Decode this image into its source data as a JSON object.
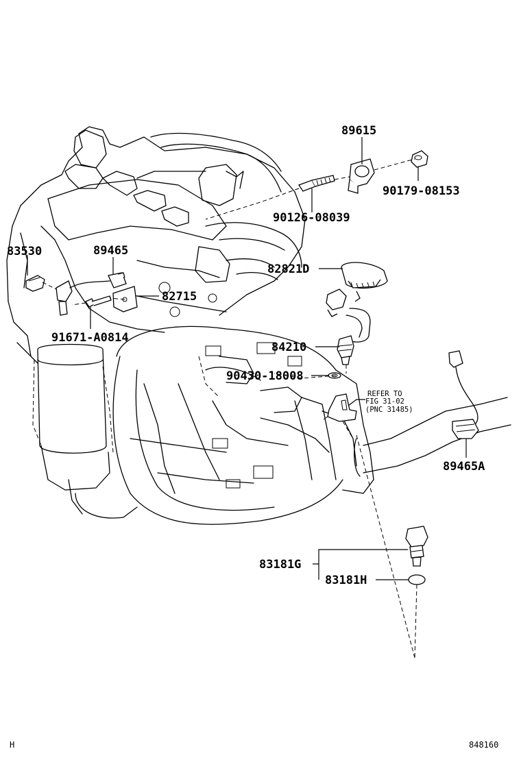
{
  "callouts": {
    "c89615": "89615",
    "c90179": "90179-08153",
    "c90126": "90126-08039",
    "c83530": "83530",
    "c89465": "89465",
    "c82821D": "82821D",
    "c82715": "82715",
    "c91671": "91671-A0814",
    "c84210": "84210",
    "c90430": "90430-18008",
    "c89465A": "89465A",
    "c83181G": "83181G",
    "c83181H": "83181H"
  },
  "refer_note": {
    "line1": "REFER TO",
    "line2": "FIG 31-02",
    "line3": "(PNC 31485)"
  },
  "footer": {
    "left_code": "H",
    "figure_number": "848160"
  }
}
